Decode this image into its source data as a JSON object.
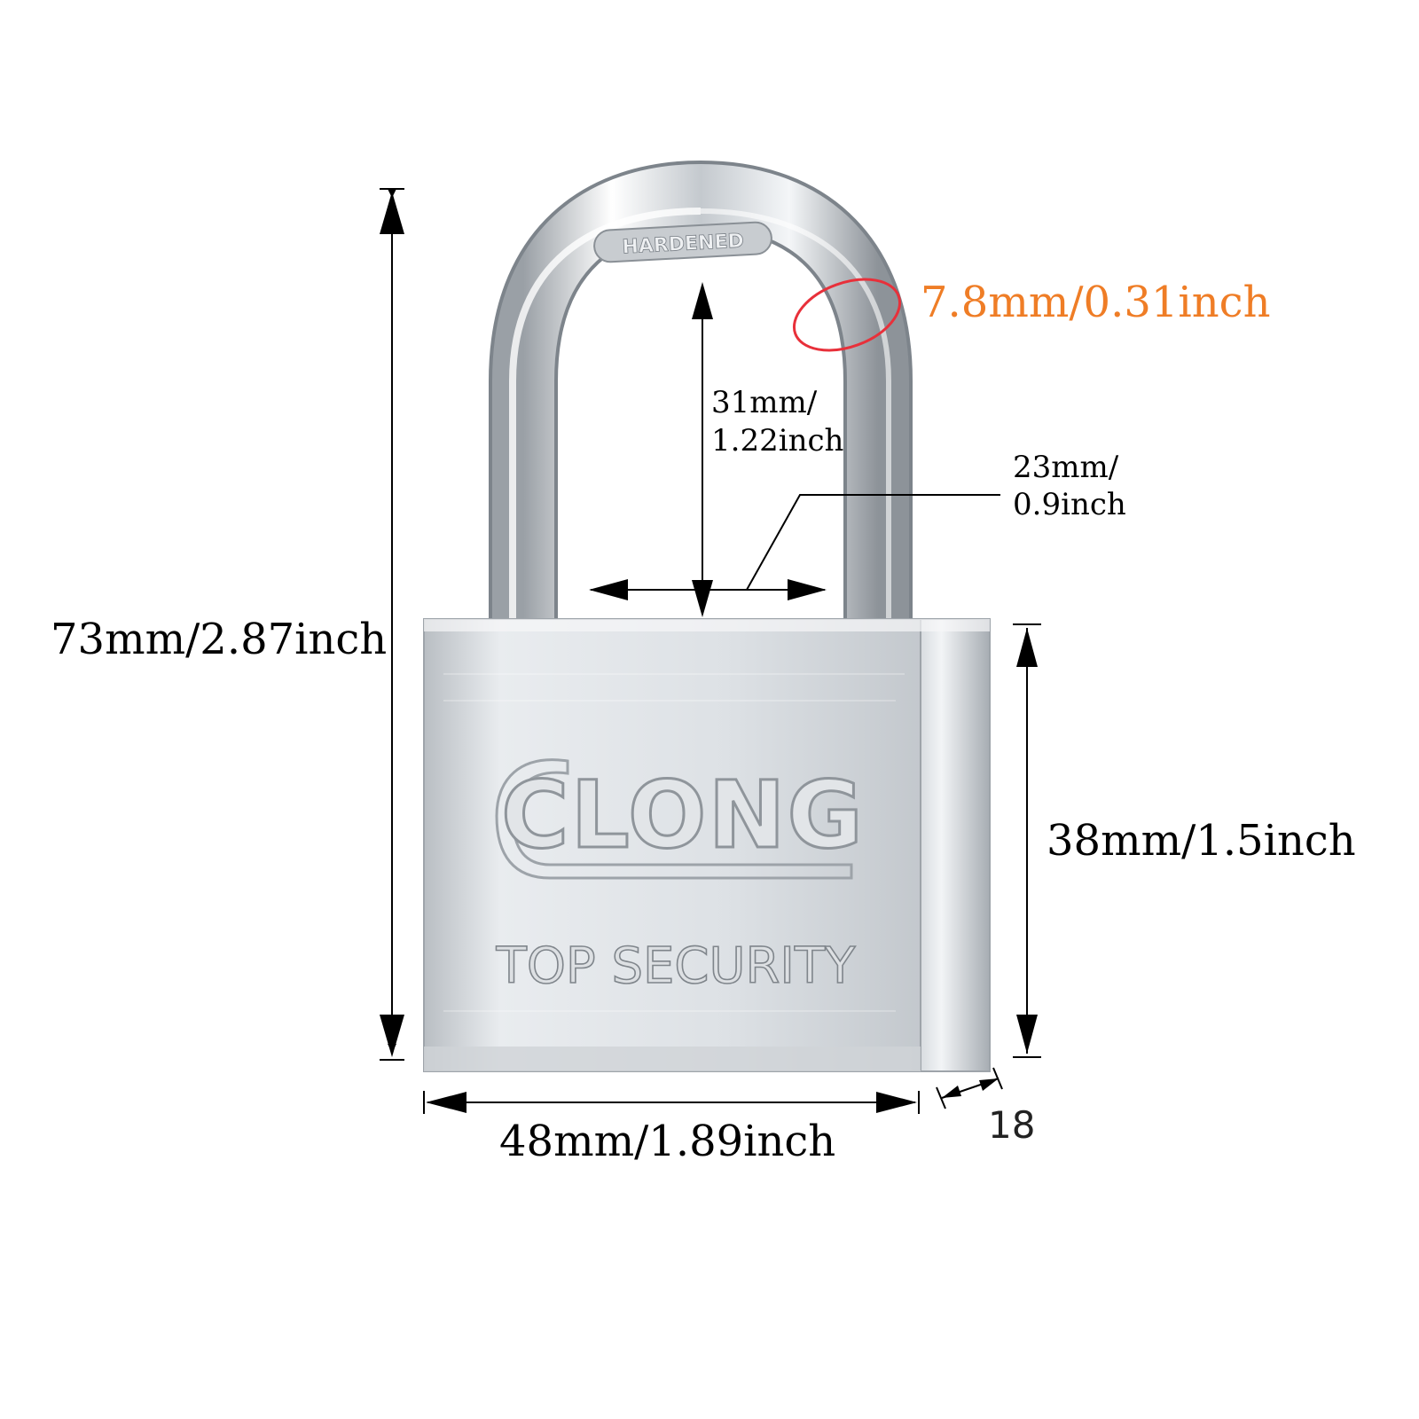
{
  "product": {
    "brand": "CLONG",
    "tagline": "TOP SECURITY",
    "shackle_stamp": "HARDENED"
  },
  "dimensions": {
    "total_height": "73mm/2.87inch",
    "body_height": "38mm/1.5inch",
    "body_width": "48mm/1.89inch",
    "body_depth": "18",
    "shackle_diameter": "7.8mm/0.31inch",
    "shackle_clearance_line1": "31mm/",
    "shackle_clearance_line2": "1.22inch",
    "shackle_inner_width_line1": "23mm/",
    "shackle_inner_width_line2": "0.9inch"
  },
  "colors": {
    "highlight_circle": "#e8303a",
    "highlight_text": "#ef7d26",
    "metal": "#c9cdd1"
  }
}
